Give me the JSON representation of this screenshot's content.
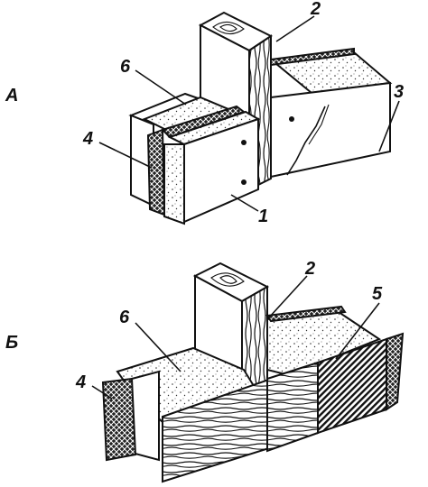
{
  "figure": {
    "section_a_label": "А",
    "section_b_label": "Б",
    "callouts_a": {
      "c1": "1",
      "c2": "2",
      "c3": "3",
      "c4": "4",
      "c6": "6"
    },
    "callouts_b": {
      "c2": "2",
      "c4": "4",
      "c5": "5",
      "c6": "6"
    }
  }
}
